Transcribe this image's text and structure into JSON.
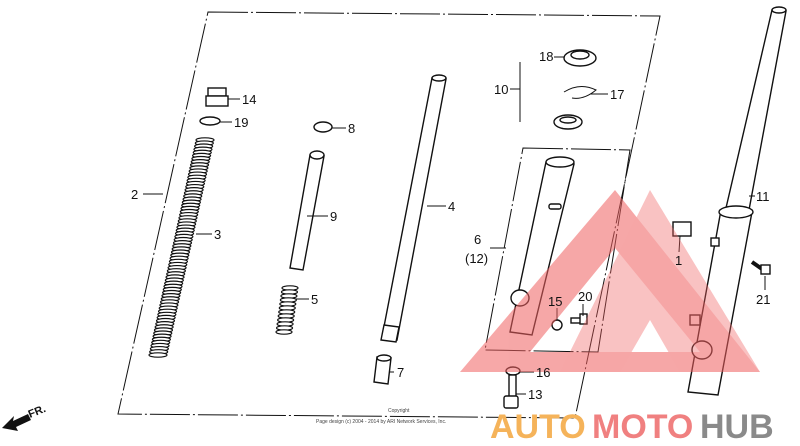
{
  "diagram": {
    "labels": {
      "p1": "1",
      "p2": "2",
      "p3": "3",
      "p4": "4",
      "p5": "5",
      "p6": "6",
      "p12": "(12)",
      "p7": "7",
      "p8": "8",
      "p9": "9",
      "p10": "10",
      "p11": "11",
      "p13": "13",
      "p14": "14",
      "p15": "15",
      "p16": "16",
      "p17": "17",
      "p18": "18",
      "p19": "19",
      "p20": "20",
      "p21": "21"
    },
    "direction_label": "FR.",
    "copyright_heading": "Copyright",
    "copyright_text": "Page design (c) 2004 - 2014 by ARI Network Services, Inc."
  },
  "watermark": {
    "text_auto": "AUTO",
    "text_moto": "MOTO",
    "text_hub": "HUB",
    "colors": {
      "auto": "#f5b35a",
      "moto": "#f08080",
      "hub": "#8a8a8a",
      "triangle": "#f06060"
    }
  }
}
